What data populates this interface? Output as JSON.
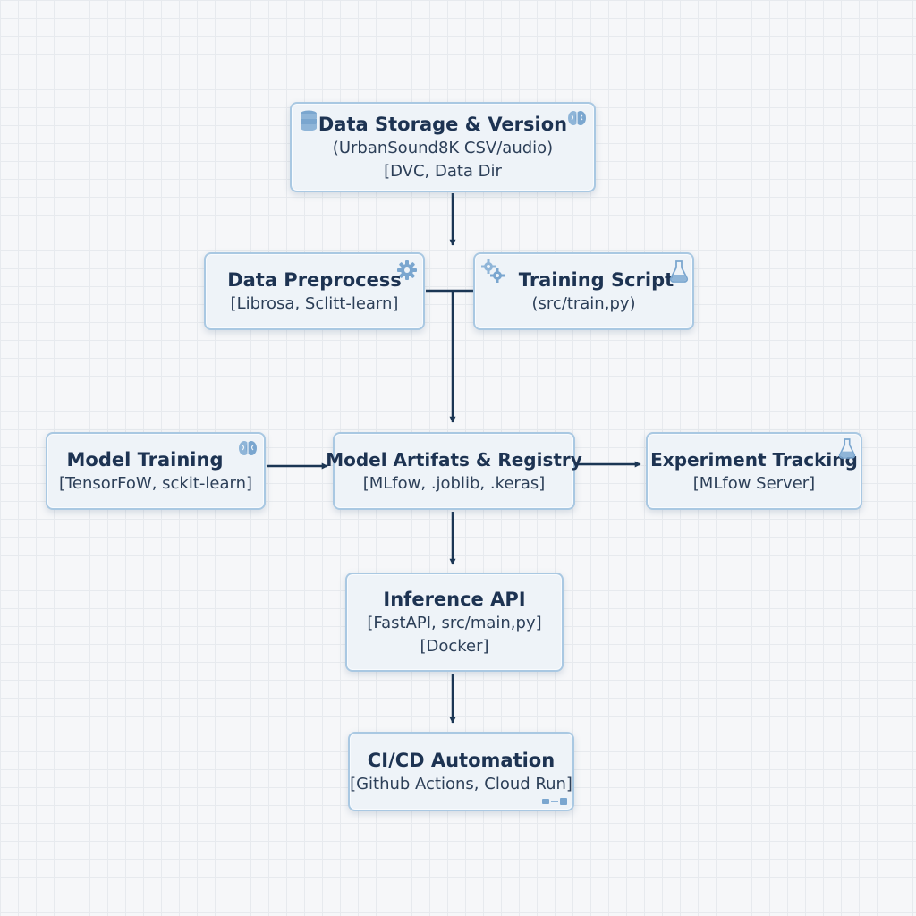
{
  "nodes": {
    "data_storage": {
      "title": "Data Storage & Version",
      "lines": [
        "(UrbanSound8K CSV/audio)",
        "[DVC, Data Dir"
      ],
      "icons": [
        "database-icon",
        "brain-icon"
      ]
    },
    "data_preprocess": {
      "title": "Data Preprocess",
      "lines": [
        "[Librosa, Sclitt-learn]"
      ],
      "icons": [
        "gear-icon"
      ]
    },
    "training_script": {
      "title": "Training Script",
      "lines": [
        "(src/train,py)"
      ],
      "icons": [
        "gears-icon",
        "flask-icon"
      ]
    },
    "model_training": {
      "title": "Model Training",
      "lines": [
        "[TensorFoW, sckit-learn]"
      ],
      "icons": [
        "brain-icon"
      ]
    },
    "model_artifacts": {
      "title": "Model Artifats & Registry",
      "lines": [
        "[MLfow, .joblib, .keras]"
      ]
    },
    "experiment_tracking": {
      "title": "Experiment Tracking",
      "lines": [
        "[MLfow Server]"
      ],
      "icons": [
        "flask-icon"
      ]
    },
    "inference_api": {
      "title": "Inference API",
      "lines": [
        "[FastAPI, src/main,py]",
        "[Docker]"
      ]
    },
    "cicd": {
      "title": "CI/CD Automation",
      "lines": [
        "[Github Actions, Cloud Run]"
      ],
      "icons": [
        "pipeline-icon"
      ]
    }
  },
  "colors": {
    "node_fill": "#eef3f8",
    "node_border": "#a9c8e2",
    "text": "#1d3352",
    "arrow": "#1b3654",
    "icon": "#7aa6cf"
  }
}
